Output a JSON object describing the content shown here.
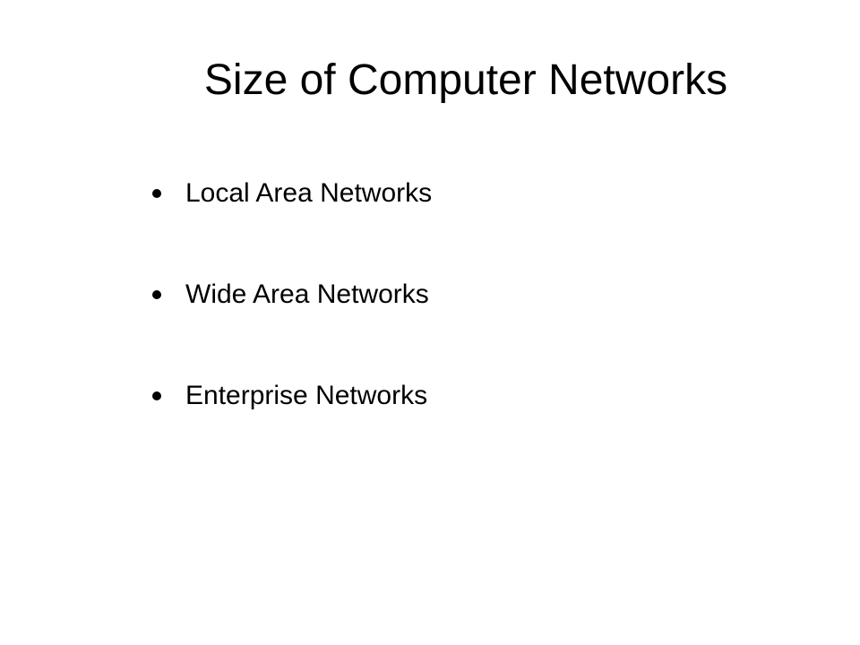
{
  "slide": {
    "title": "Size of Computer Networks",
    "bullets": [
      {
        "text": "Local Area Networks",
        "icon": "bullet-dot"
      },
      {
        "text": "Wide Area Networks",
        "icon": "bullet-dot"
      },
      {
        "text": "Enterprise Networks",
        "icon": "bullet-dot"
      }
    ]
  }
}
